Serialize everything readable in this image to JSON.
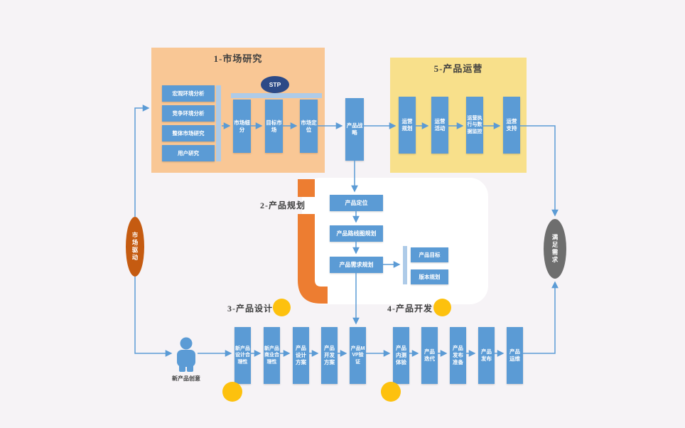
{
  "market_research": {
    "title": "1-市场研究",
    "items": [
      "宏观环境分析",
      "竞争环境分析",
      "整体市场研究",
      "用户研究"
    ],
    "stp": "STP",
    "steps": [
      "市场细分",
      "目标市场",
      "市场定位"
    ]
  },
  "strategy": {
    "label": "产品战略"
  },
  "operations": {
    "title": "5-产品运营",
    "steps": [
      "运营规划",
      "运营活动",
      "运营执行与数据监控",
      "运营支持"
    ]
  },
  "planning": {
    "title": "2-产品规划",
    "steps": [
      "产品定位",
      "产品路线图规划",
      "产品需求规划"
    ],
    "side": [
      "产品目标",
      "版本规划"
    ]
  },
  "design": {
    "title": "3-产品设计",
    "steps": [
      "新产品设计合理性",
      "新产品商业合理性",
      "产品设计方案",
      "产品开发方案",
      "产品MVP验证"
    ]
  },
  "development": {
    "title": "4-产品开发",
    "steps": [
      "产品内测体验",
      "产品迭代",
      "产品发布准备",
      "产品发布",
      "产品运维"
    ]
  },
  "market_driver": "市场驱动",
  "demand": "满足需求",
  "idea_label": "新产品创意",
  "colors": {
    "background": "#f6f3f6",
    "peach_region": "#f9c795",
    "yellow_region": "#f8e08b",
    "bar_blue": "#5b9bd5",
    "light_blue": "#aecbe8",
    "stp_navy": "#2c4a87",
    "accent_orange": "#ed7d31",
    "driver_orange": "#c55b11",
    "demand_gray": "#6e6e6e",
    "milestone_gold": "#fdc10e",
    "connector_blue": "#5b9bd5",
    "title_text": "#3f3f3f"
  }
}
